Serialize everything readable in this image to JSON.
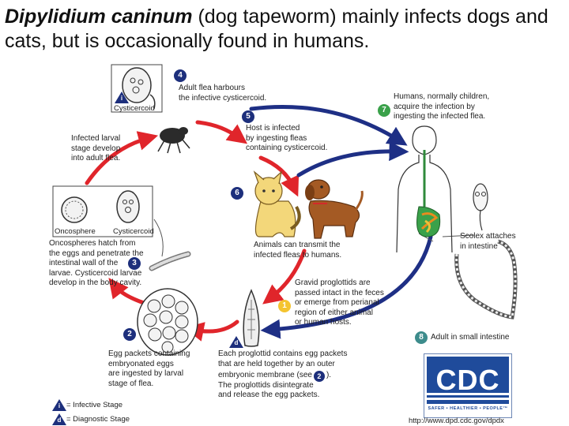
{
  "title": {
    "species": "Dipylidium caninum",
    "rest": " (dog tapeworm) mainly infects dogs and cats, but is occasionally found in humans."
  },
  "steps": {
    "s1": {
      "num": "1",
      "text": "Gravid proglottids are\npassed intact in the feces\nor emerge from perianal\nregion of either animal\nor human hosts."
    },
    "s2": {
      "num": "2",
      "text": "Egg packets containing\nembryonated eggs\nare ingested by larval\nstage of flea."
    },
    "s3": {
      "num": "3",
      "text": "Oncospheres hatch from\nthe eggs and penetrate the\nintestinal wall of the\nlarvae. Cysticercoid larvae\ndevelop in the body cavity."
    },
    "s4": {
      "num": "4",
      "text": "Adult flea harbours\nthe infective cysticercoid."
    },
    "s5": {
      "num": "5",
      "text": "Host is infected\nby ingesting fleas\ncontaining cysticercoid."
    },
    "s6": {
      "num": "6",
      "text": "Animals can transmit the\ninfected fleas to humans."
    },
    "s7": {
      "num": "7",
      "text": "Humans, normally children,\nacquire the infection by\ningesting the infected flea."
    },
    "s8": {
      "num": "8",
      "text": "Adult in small intestine"
    }
  },
  "labels": {
    "larval_stage": "Infected larval\nstage develop\ninto adult flea.",
    "egg_packet_text": "Each proglottid contains egg packets\nthat are held together by an outer\nembryonic membrane (see",
    "egg_packet_close": ").",
    "egg_packet_tail": "The proglottids disintegrate\nand release the egg packets.",
    "scolex": "Scolex attaches\nin intestine",
    "cysticercoid_top": "Cysticercoid",
    "oncosphere": "Oncosphere",
    "cysticercoid_mid": "Cysticercoid",
    "d_ref": "2"
  },
  "legend": {
    "infective_marker": "i",
    "infective": "= Infective Stage",
    "diagnostic_marker": "d",
    "diagnostic": "= Diagnostic Stage"
  },
  "logo": {
    "text": "CDC",
    "tagline": "SAFER • HEALTHIER • PEOPLE™"
  },
  "url": "http://www.dpd.cdc.gov/dpdx",
  "colors": {
    "red_arrow": "#e0252b",
    "blue_arrow": "#1e2f85",
    "badge_blue": "#1d2f7c",
    "badge_green": "#3aa14a",
    "badge_yellow": "#f4c430",
    "cdc_blue": "#1f4b9b"
  }
}
